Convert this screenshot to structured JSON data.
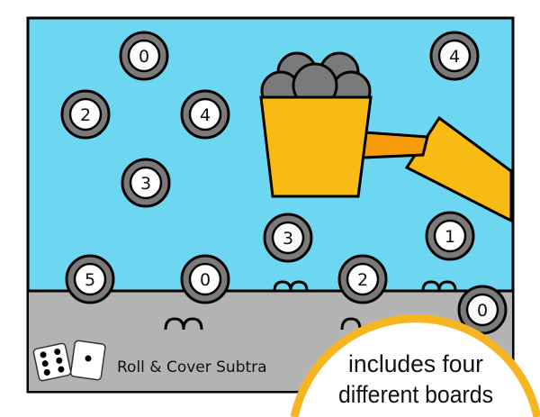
{
  "colors": {
    "sky": "#6dd6f0",
    "ground": "#b3b3b3",
    "bucket": "#f8bb14",
    "handle": "#f59c0a",
    "rock": "#7a7a7a",
    "badge_border": "#f7b521"
  },
  "board": {
    "title": "Roll & Cover Subtraction",
    "title_visible": "Roll & Cover Subtra",
    "dice": [
      6,
      1
    ],
    "spaces": [
      "0",
      "4",
      "2",
      "4",
      "3",
      "3",
      "1",
      "5",
      "0",
      "2",
      "0"
    ]
  },
  "badge": {
    "line1": "includes four",
    "line2": "different boards"
  }
}
